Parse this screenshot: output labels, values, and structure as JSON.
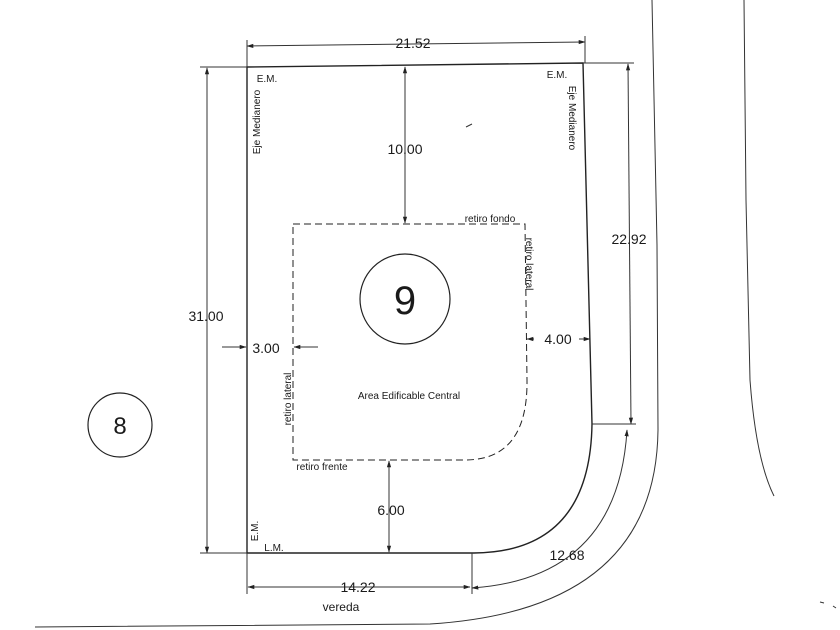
{
  "lots": {
    "main": "9",
    "neighbor": "8"
  },
  "dimensions": {
    "top_width": "21.52",
    "left_depth": "31.00",
    "right_depth": "22.92",
    "rear_setback": "10.00",
    "side_setback_left": "3.00",
    "side_setback_right": "4.00",
    "front_setback": "6.00",
    "front_width": "14.22",
    "curve_length": "12.68"
  },
  "labels": {
    "em_top_left": "E.M.",
    "em_top_right": "E.M.",
    "em_bottom_left": "E.M.",
    "lm": "L.M.",
    "eje_left": "Eje Medianero",
    "eje_right": "Eje Medianero",
    "retiro_fondo": "retiro fondo",
    "retiro_lateral_right": "retiro lateral",
    "retiro_lateral_left": "retiro lateral",
    "retiro_frente": "retiro frente",
    "area": "Area Edificable Central",
    "vereda": "vereda"
  }
}
